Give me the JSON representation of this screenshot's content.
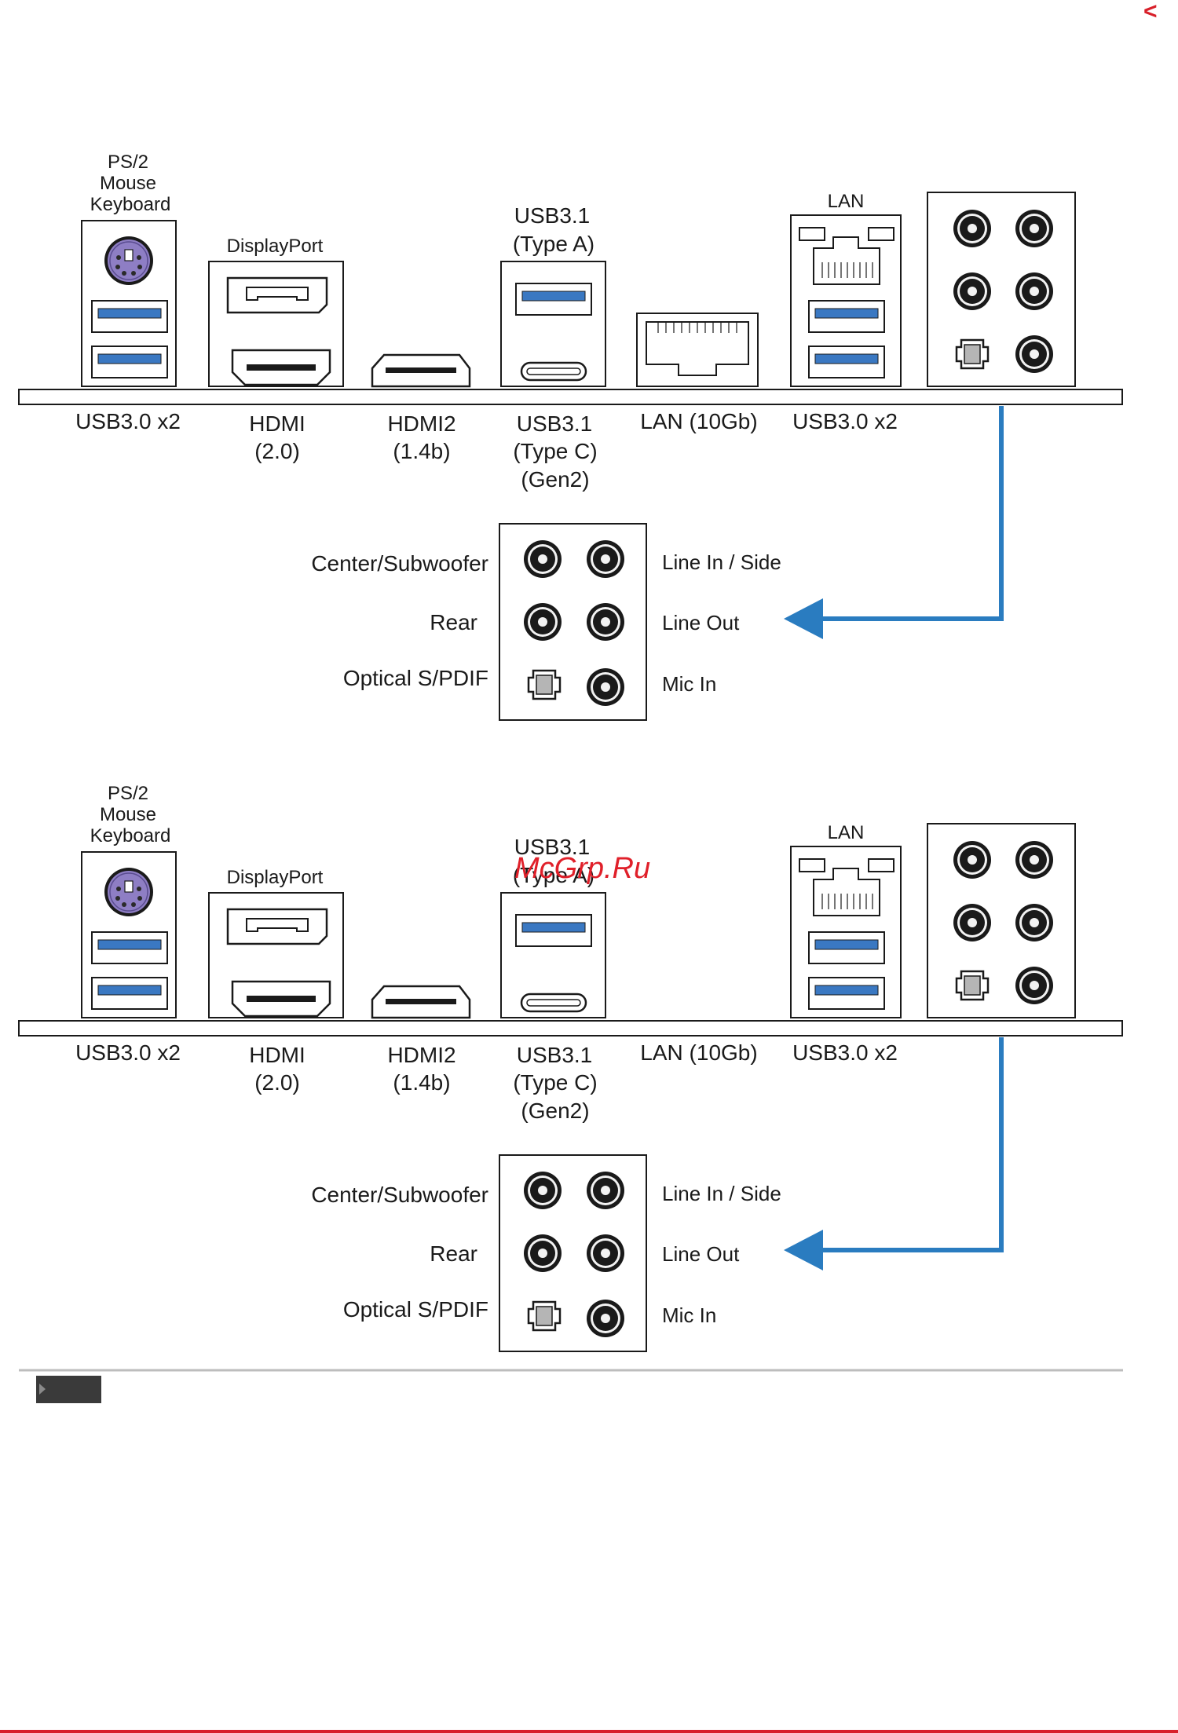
{
  "nav": {
    "corner_label": "<"
  },
  "watermark": "McGrp.Ru",
  "panels": [
    {
      "ps2_label": [
        "PS/2",
        "Mouse",
        "Keyboard"
      ],
      "displayport_label": "DisplayPort",
      "usb31a_label": [
        "USB3.1",
        "(Type A)"
      ],
      "lan_top_label": "LAN",
      "bottom_labels": {
        "usb30_left": "USB3.0 x2",
        "hdmi": [
          "HDMI",
          "(2.0)"
        ],
        "hdmi2": [
          "HDMI2",
          "(1.4b)"
        ],
        "usb31c": [
          "USB3.1",
          "(Type C)",
          "(Gen2)"
        ],
        "lan10": "LAN (10Gb)",
        "usb30_right": "USB3.0 x2"
      },
      "has_10gb_lan_port": true
    },
    {
      "ps2_label": [
        "PS/2",
        "Mouse",
        "Keyboard"
      ],
      "displayport_label": "DisplayPort",
      "usb31a_label": [
        "USB3.1",
        "(Type A)"
      ],
      "lan_top_label": "LAN",
      "bottom_labels": {
        "usb30_left": "USB3.0 x2",
        "hdmi": [
          "HDMI",
          "(2.0)"
        ],
        "hdmi2": [
          "HDMI2",
          "(1.4b)"
        ],
        "usb31c": [
          "USB3.1",
          "(Type C)",
          "(Gen2)"
        ],
        "lan10": "LAN (10Gb)",
        "usb30_right": "USB3.0 x2"
      },
      "has_10gb_lan_port": false
    }
  ],
  "audio": {
    "left_labels": [
      "Center/Subwoofer",
      "Rear",
      "Optical S/PDIF"
    ],
    "right_labels": [
      "Line In / Side",
      "Line Out",
      "Mic In"
    ]
  },
  "colors": {
    "usb_blue": "#3a78c2",
    "arrow_blue": "#2a7cc0",
    "ps2_purple": "#8e7ec4",
    "brand_red": "#d8202a",
    "note_box": "#3a3a3a"
  }
}
